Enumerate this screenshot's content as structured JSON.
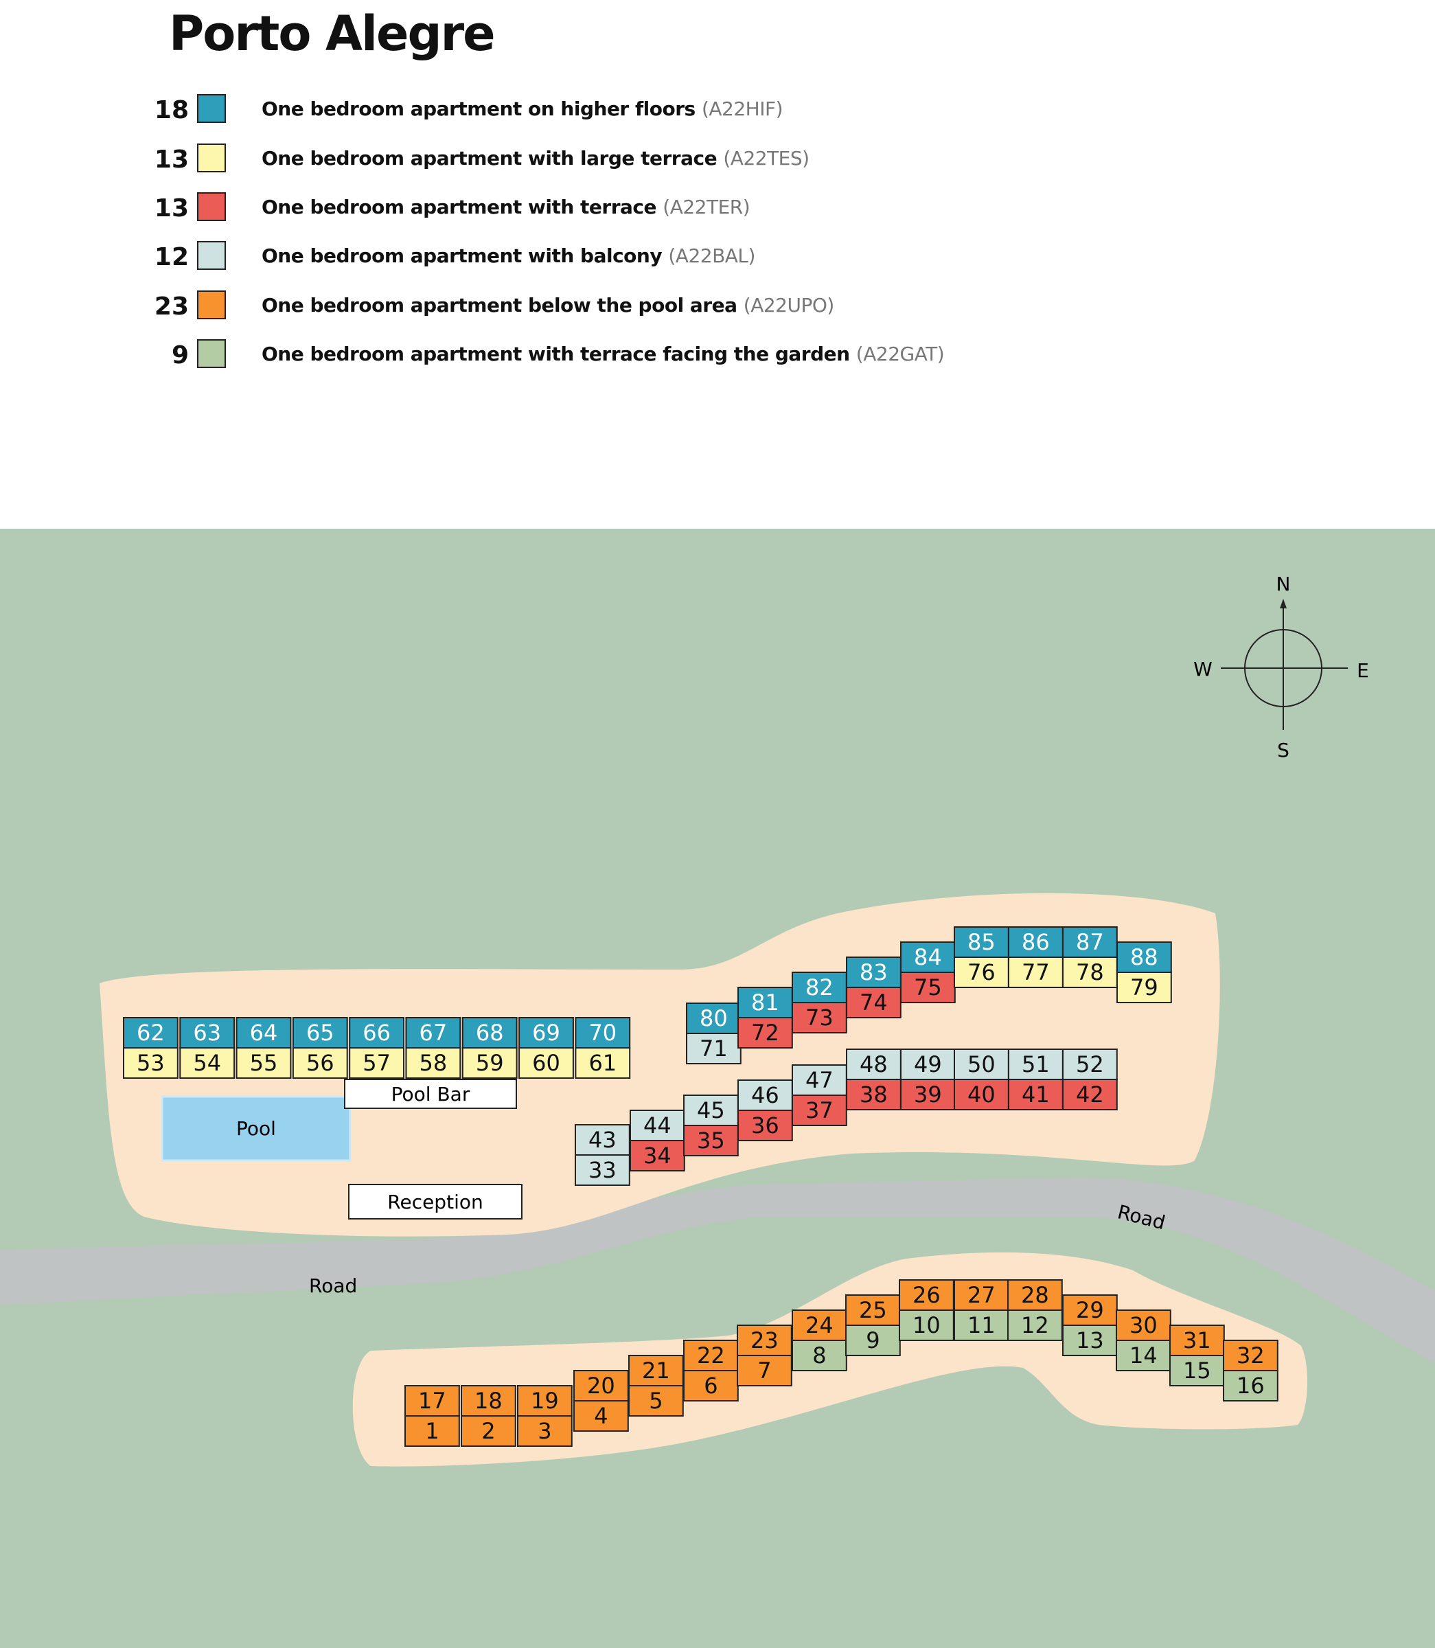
{
  "title": "Porto Alegre",
  "legend": [
    {
      "count": "18",
      "label": "One bedroom apartment on higher floors",
      "code": "(A22HIF)",
      "color": "#2e9fba"
    },
    {
      "count": "13",
      "label": "One bedroom apartment with large terrace",
      "code": "(A22TES)",
      "color": "#fcf7ad"
    },
    {
      "count": "13",
      "label": "One bedroom apartment with terrace",
      "code": "(A22TER)",
      "color": "#ec5c57"
    },
    {
      "count": "12",
      "label": "One bedroom apartment with balcony",
      "code": "(A22BAL)",
      "color": "#cfe2e2"
    },
    {
      "count": "23",
      "label": "One bedroom apartment below the pool area",
      "code": "(A22UPO)",
      "color": "#f7922e"
    },
    {
      "count": "9",
      "label": "One bedroom apartment with terrace facing the garden",
      "code": "(A22GAT)",
      "color": "#b3cca3"
    }
  ],
  "map": {
    "colors": {
      "grass": "#b3cbb5",
      "plot": "#fbe4ca",
      "road": "#bfc3c3",
      "pool": "#97d2ef"
    },
    "pool_label": "Pool",
    "pool_bar_label": "Pool Bar",
    "reception_label": "Reception",
    "road_label_left": "Road",
    "road_label_right": "Road",
    "compass": {
      "n": "N",
      "s": "S",
      "e": "E",
      "w": "W"
    }
  }
}
